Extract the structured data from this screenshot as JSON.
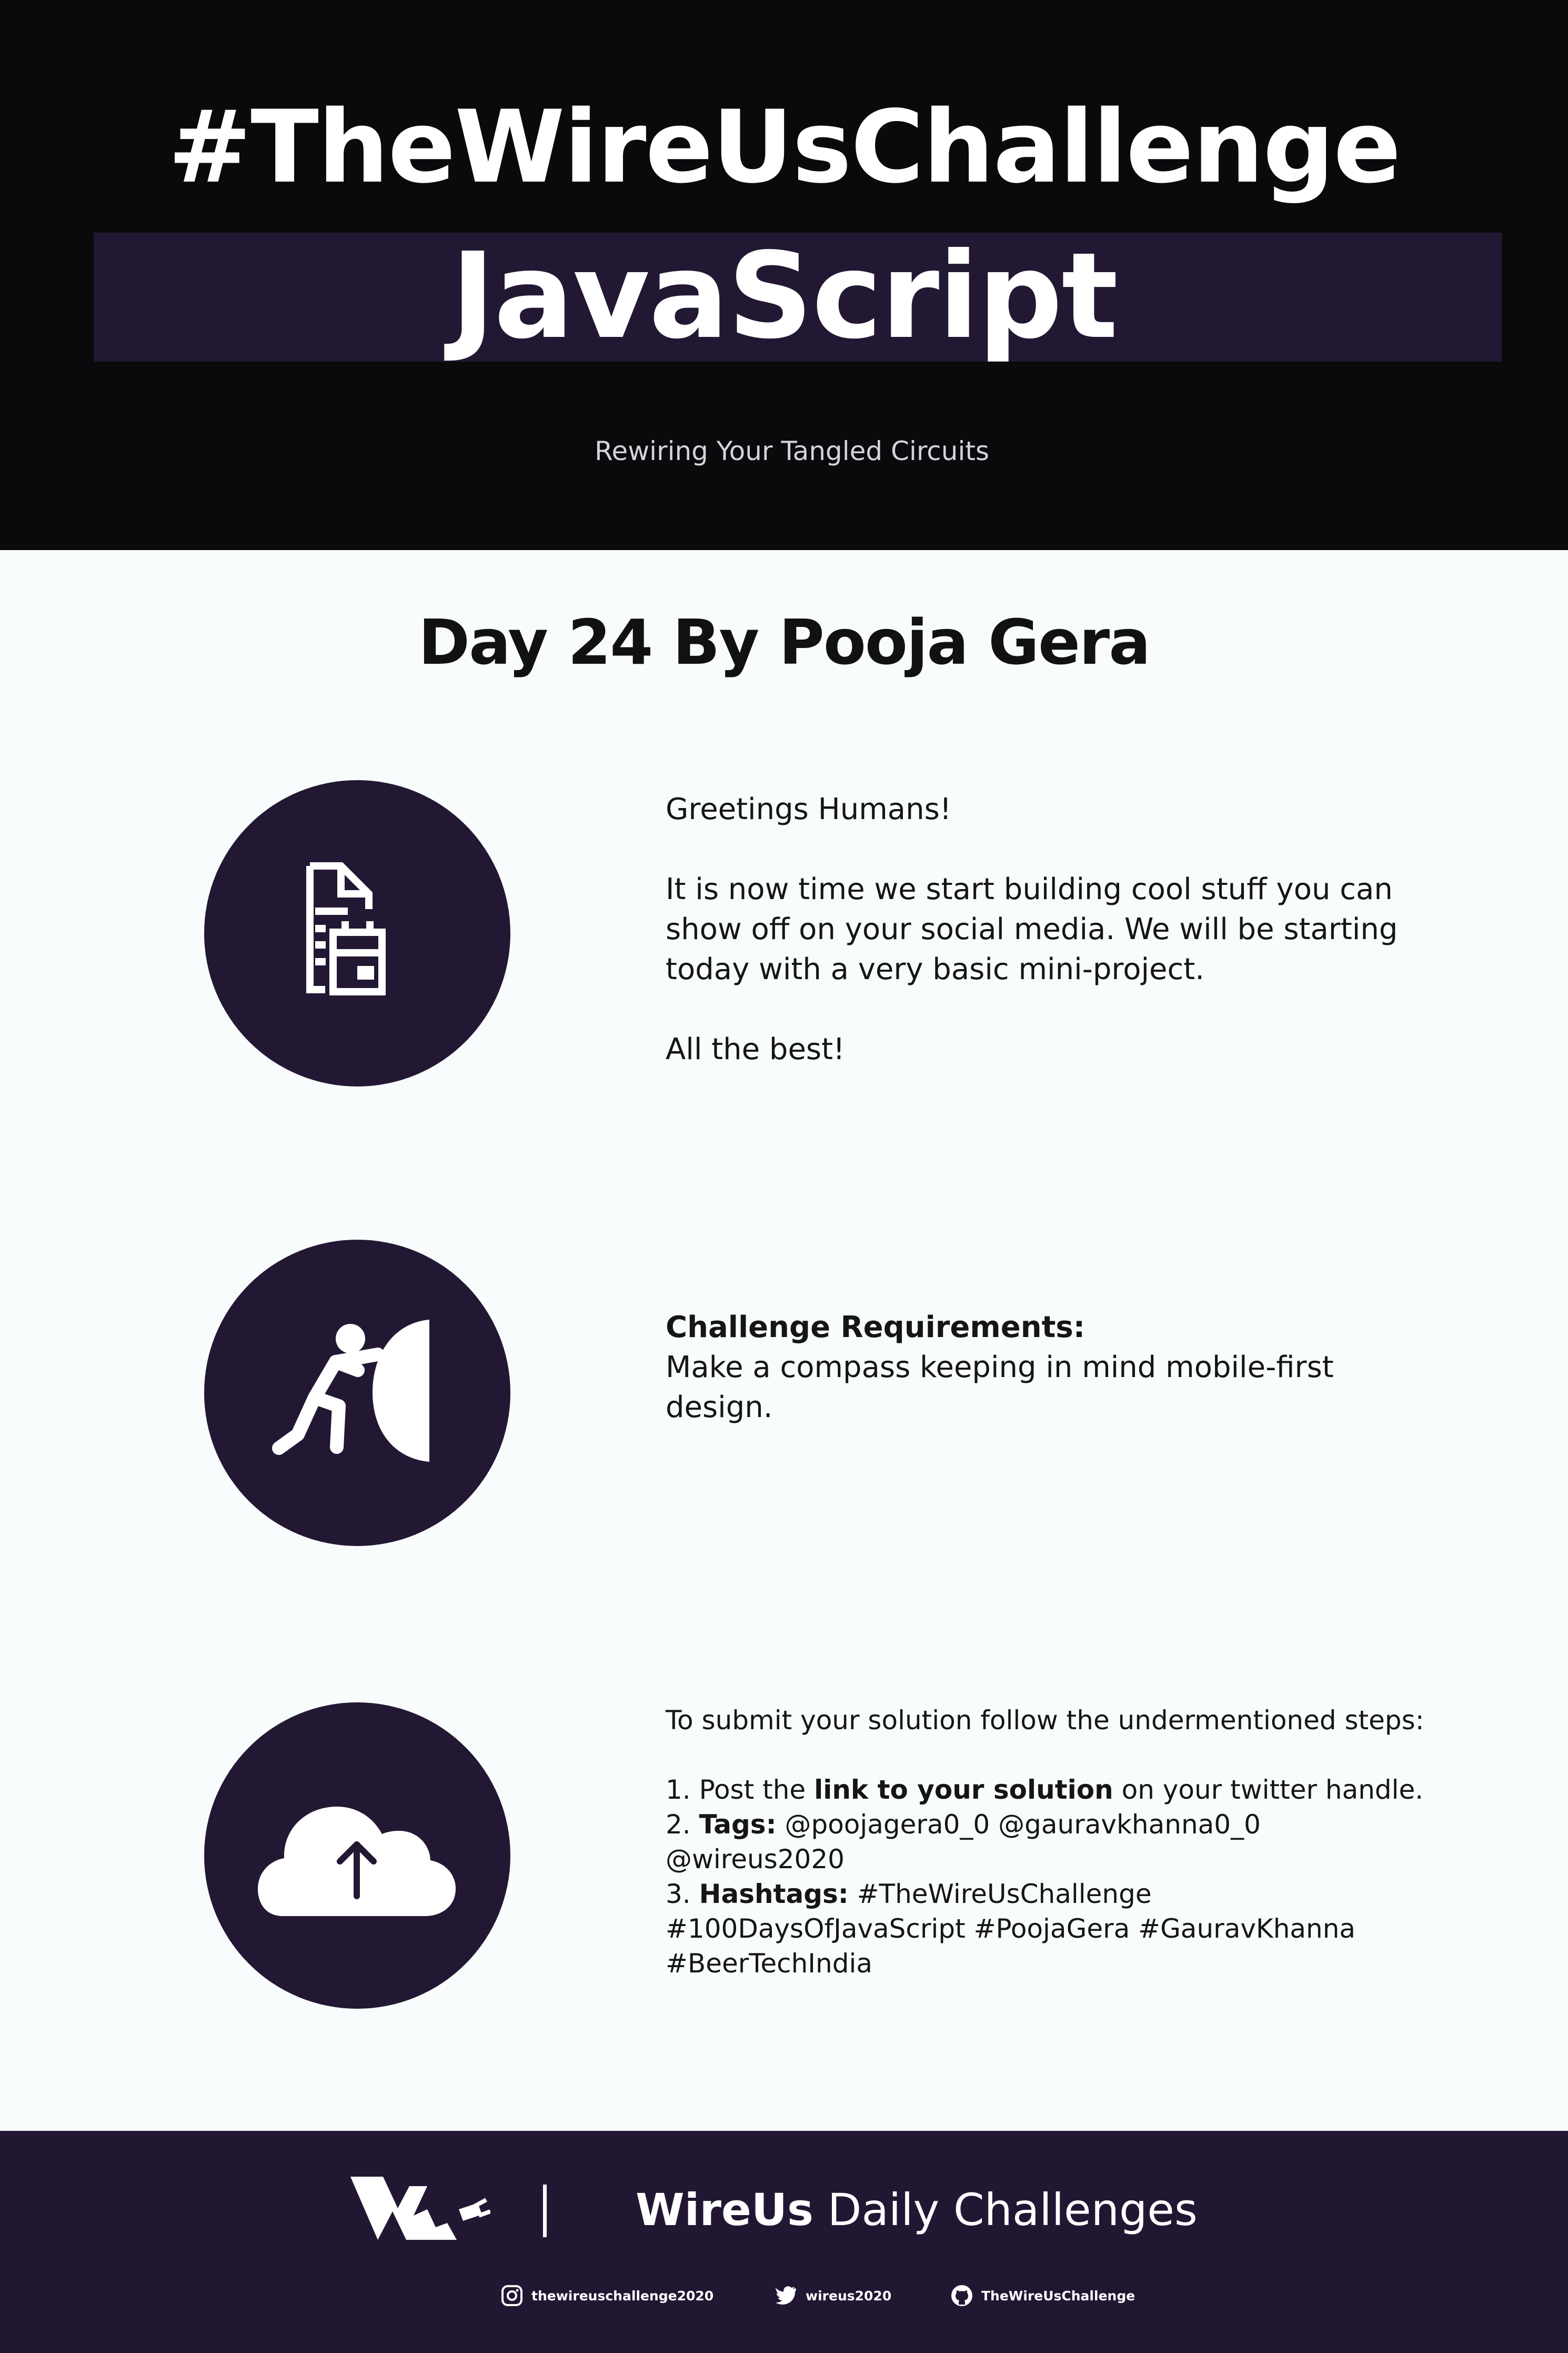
{
  "header": {
    "hashtag": "#TheWireUsChallenge",
    "title": "JavaScript",
    "tagline": "Rewiring Your Tangled Circuits"
  },
  "day_title": "Day 24 By Pooja Gera",
  "sections": [
    {
      "icon": "document-calendar-icon",
      "greeting": "Greetings Humans!",
      "body": "It is now time we start building cool stuff you can show off on your social media. We will be starting today with a very basic mini-project.",
      "closing": "All the best!"
    },
    {
      "icon": "person-pushing-icon",
      "heading": "Challenge Requirements:",
      "body": "Make a compass keeping in mind mobile-first design."
    },
    {
      "icon": "cloud-upload-icon",
      "intro": "To submit your solution follow the undermentioned steps:",
      "step1_prefix": "1. Post the ",
      "step1_bold": "link to your solution",
      "step1_suffix": " on your twitter handle.",
      "step2_prefix": "2. ",
      "step2_bold": "Tags:",
      "step2_text": " @poojagera0_0 @gauravkhanna0_0 @wireus2020",
      "step3_prefix": "3. ",
      "step3_bold": "Hashtags:",
      "step3_text": " #TheWireUsChallenge #100DaysOfJavaScript #PoojaGera #GauravKhanna #BeerTechIndia"
    }
  ],
  "footer": {
    "logo": "wireus-logo",
    "brand_bold": "WireUs",
    "brand_rest": " Daily Challenges",
    "socials": [
      {
        "icon": "instagram-icon",
        "handle": "thewireuschallenge2020"
      },
      {
        "icon": "twitter-icon",
        "handle": "wireus2020"
      },
      {
        "icon": "github-icon",
        "handle": "TheWireUsChallenge"
      }
    ]
  },
  "colors": {
    "header_bg": "#0a0a0d",
    "accent_purple": "#231833",
    "page_bg": "#f8fcfd",
    "text": "#151515"
  }
}
